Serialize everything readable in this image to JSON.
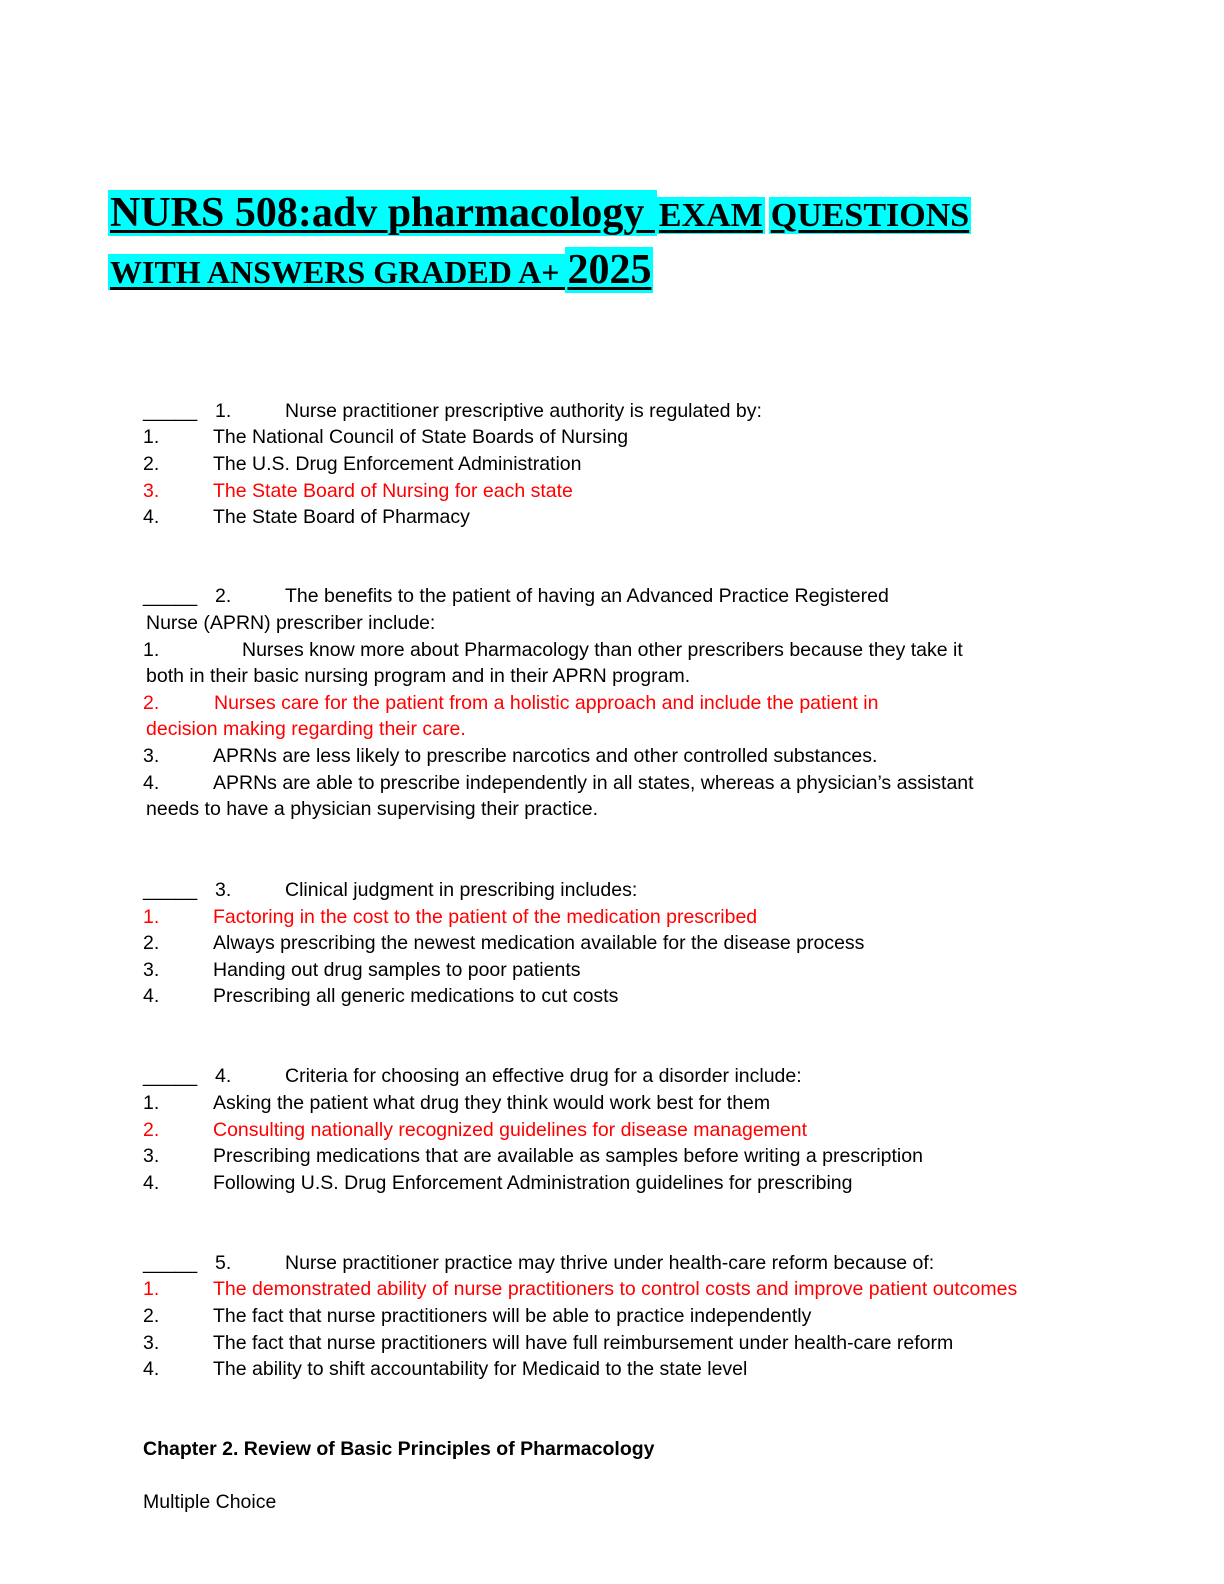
{
  "title": {
    "line1_part1": "NURS 508:adv pharmacology ",
    "line1_part2": "EXAM",
    "line1_part3": "QUESTIONS ",
    "line2_part1": "WITH ANSWERS GRADED A+ ",
    "line2_part2": "2025"
  },
  "blank": "_____",
  "questions": [
    {
      "number": "1.",
      "stem": "Nurse practitioner prescriptive authority is regulated by:",
      "options": [
        {
          "n": "1.",
          "text": "The National Council of State Boards of Nursing"
        },
        {
          "n": "2.",
          "text": "The U.S. Drug Enforcement Administration"
        },
        {
          "n": "3.",
          "text": "The State Board of Nursing for each state"
        },
        {
          "n": "4.",
          "text": "The State Board of Pharmacy"
        }
      ]
    },
    {
      "number": "2.",
      "stem": "The benefits to the patient of having an Advanced Practice Registered",
      "stem_cont": "Nurse (APRN) prescriber include:",
      "options": [
        {
          "n": "1.",
          "text": "Nurses know more about Pharmacology than other prescribers because they take it",
          "cont": "both in their basic nursing program and in their APRN program."
        },
        {
          "n": "2.",
          "text": "Nurses care for the patient from a holistic approach and include the patient in",
          "cont": "decision making regarding their care."
        },
        {
          "n": "3.",
          "text": "APRNs are less likely to prescribe narcotics and other controlled substances."
        },
        {
          "n": "4.",
          "text": "APRNs are able to prescribe independently in all states, whereas a physician’s assistant",
          "cont": "needs to have a physician supervising their practice."
        }
      ]
    },
    {
      "number": "3.",
      "stem": "Clinical judgment in prescribing includes:",
      "options": [
        {
          "n": "1.",
          "text": "Factoring in the cost to the patient of the medication prescribed"
        },
        {
          "n": "2.",
          "text": "Always prescribing the newest medication available for the disease process"
        },
        {
          "n": "3.",
          "text": "Handing out drug samples to poor patients"
        },
        {
          "n": "4.",
          "text": "Prescribing all generic medications to cut costs"
        }
      ]
    },
    {
      "number": "4.",
      "stem": "Criteria for choosing an effective drug for a disorder include:",
      "options": [
        {
          "n": "1.",
          "text": "Asking the patient what drug they think would work best for them"
        },
        {
          "n": "2.",
          "text": "Consulting nationally recognized guidelines for disease management"
        },
        {
          "n": "3.",
          "text": "Prescribing medications that are available as samples before writing a prescription"
        },
        {
          "n": "4.",
          "text": "Following U.S. Drug Enforcement Administration guidelines for prescribing"
        }
      ]
    },
    {
      "number": "5.",
      "stem": "Nurse practitioner practice may thrive under health-care reform because of:",
      "options": [
        {
          "n": "1.",
          "text": "The demonstrated ability of nurse practitioners to control costs and improve patient outcomes"
        },
        {
          "n": "2.",
          "text": "The fact that nurse practitioners will be able to practice independently"
        },
        {
          "n": "3.",
          "text": "The fact that nurse practitioners will have full reimbursement under health-care reform"
        },
        {
          "n": "4.",
          "text": "The ability to shift accountability for Medicaid to the state level"
        }
      ]
    }
  ],
  "chapter_heading": "Chapter 2. Review of Basic Principles of Pharmacology",
  "section_label": "Multiple Choice"
}
